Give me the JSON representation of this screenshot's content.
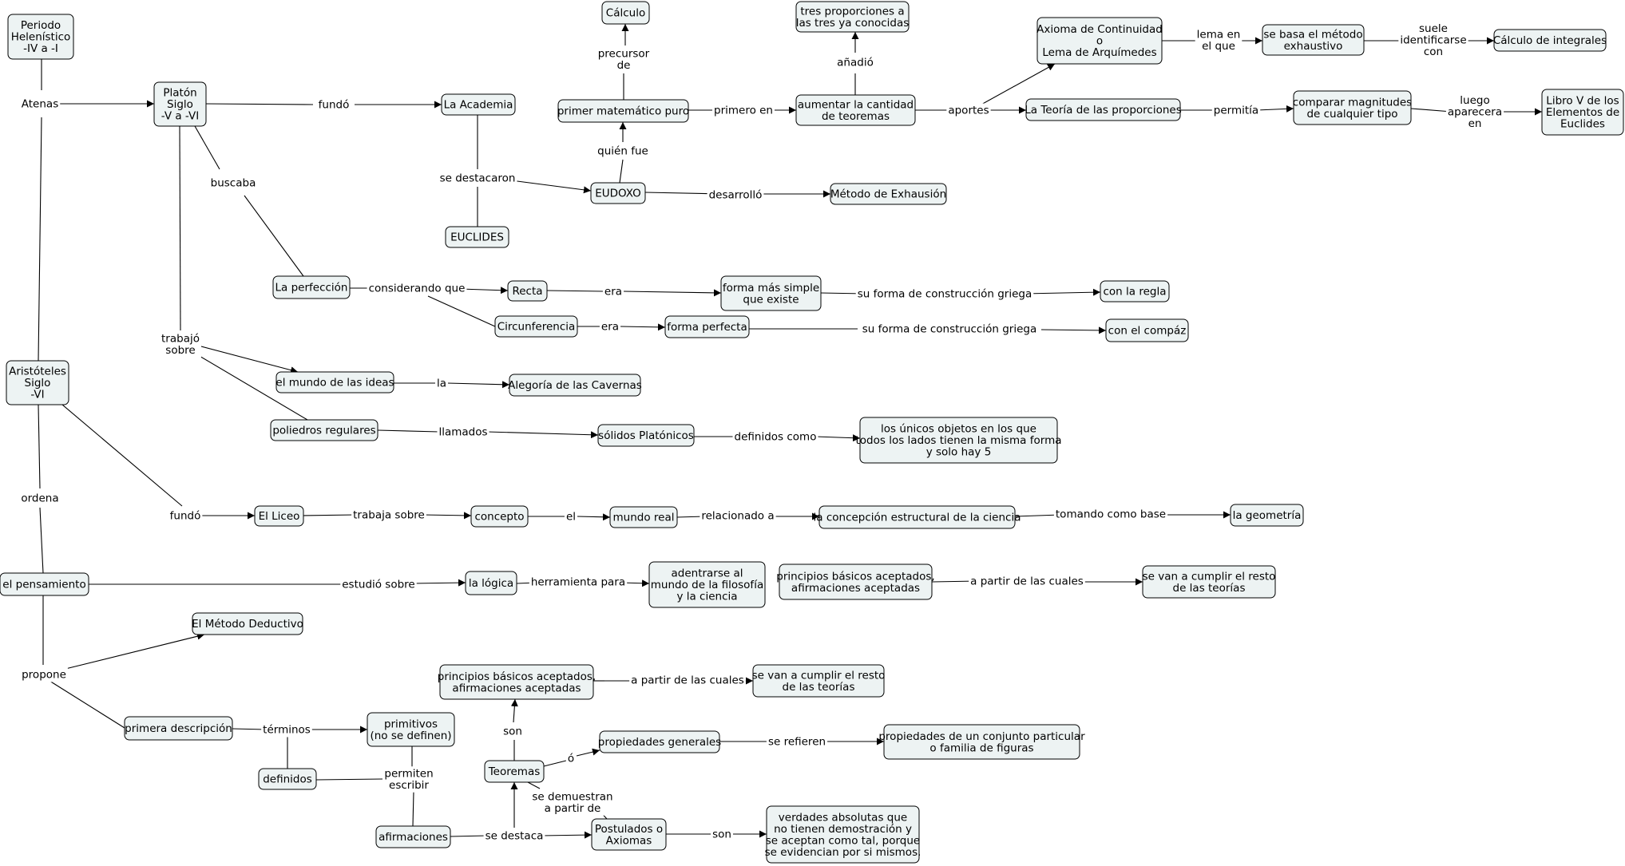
{
  "nodes": {
    "periodo": [
      "Periodo",
      "Helenístico",
      "-IV a -I"
    ],
    "platon": [
      "Platón",
      "Siglo",
      "-V a -VI"
    ],
    "academia": [
      "La Academia"
    ],
    "euclides": [
      "EUCLIDES"
    ],
    "eudoxo": [
      "EUDOXO"
    ],
    "metodo_exhaustion": [
      "Método de Exhausión"
    ],
    "primer_matematico": [
      "primer matemático puro"
    ],
    "calculo": [
      "Cálculo"
    ],
    "aumentar": [
      "aumentar la cantidad",
      "de teoremas"
    ],
    "tres_proporciones": [
      "tres proporciones a",
      "las tres ya conocidas"
    ],
    "axioma": [
      "Axioma de Continuidad",
      "o",
      "Lema de Arquímedes"
    ],
    "metodo_exhaustivo": [
      "se basa el método",
      "exhaustivo"
    ],
    "calculo_integrales": [
      "Cálculo de integrales"
    ],
    "teoria_proporciones": [
      "La Teoría de las proporciones"
    ],
    "comparar": [
      "comparar magnitudes",
      "de cualquier tipo"
    ],
    "libro_v": [
      "Libro V de los",
      "Elementos de",
      "Euclides"
    ],
    "perfeccion": [
      "La perfección"
    ],
    "recta": [
      "Recta"
    ],
    "circunferencia": [
      "Circunferencia"
    ],
    "forma_simple": [
      "forma más simple",
      "que existe"
    ],
    "forma_perfecta": [
      "forma perfecta"
    ],
    "con_regla": [
      "con la regla"
    ],
    "con_compas": [
      "con el compáz"
    ],
    "aristoteles": [
      "Aristóteles",
      "Siglo",
      "-VI"
    ],
    "mundo_ideas": [
      "el mundo de las ideas"
    ],
    "alegoria": [
      "Alegoría de las Cavernas"
    ],
    "poliedros": [
      "poliedros regulares"
    ],
    "solidos": [
      "sólidos Platónicos"
    ],
    "unicos_objetos": [
      "los únicos objetos en los que",
      "todos los lados tienen la misma forma",
      "y solo hay 5"
    ],
    "liceo": [
      "El Liceo"
    ],
    "concepto": [
      "concepto"
    ],
    "mundo_real": [
      "mundo real"
    ],
    "concepcion": [
      "la concepción estructural de la ciencia"
    ],
    "geometria": [
      "la geometría"
    ],
    "pensamiento": [
      "el pensamiento"
    ],
    "logica": [
      "la lógica"
    ],
    "adentrarse": [
      "adentrarse al",
      "mundo de la filosofía",
      "y la ciencia"
    ],
    "principios1": [
      "principios básicos aceptados,",
      "afirmaciones aceptadas"
    ],
    "cumplir1": [
      "se van a cumplir el resto",
      "de las teorías"
    ],
    "metodo_deductivo": [
      "El Método Deductivo"
    ],
    "primera_descripcion": [
      "primera descripción"
    ],
    "primitivos": [
      "primitivos",
      "(no se definen)"
    ],
    "definidos": [
      "definidos"
    ],
    "afirmaciones": [
      "afirmaciones"
    ],
    "principios2": [
      "principios básicos aceptados,",
      "afirmaciones aceptadas"
    ],
    "cumplir2": [
      "se van a cumplir el resto",
      "de las teorías"
    ],
    "teoremas": [
      "Teoremas"
    ],
    "propiedades_generales": [
      "propiedades generales"
    ],
    "propiedades_conjunto": [
      "propiedades de un conjunto particular",
      "o familia de figuras"
    ],
    "postulados": [
      "Postulados o",
      "Axiomas"
    ],
    "verdades": [
      "verdades absolutas que",
      "no tienen demostración y",
      "se aceptan como tal, porque",
      "se evidencian por si mismos."
    ]
  },
  "links": {
    "atenas": [
      "Atenas"
    ],
    "fundo_academia": [
      "fundó"
    ],
    "buscaba": [
      "buscaba"
    ],
    "trabajo_sobre": [
      "trabajó",
      "sobre"
    ],
    "se_destacaron": [
      "se destacaron"
    ],
    "desarrollo": [
      "desarrolló"
    ],
    "quien_fue": [
      "quién fue"
    ],
    "precursor": [
      "precursor",
      "de"
    ],
    "primero_en": [
      "primero en"
    ],
    "anadio": [
      "añadió"
    ],
    "aportes": [
      "aportes"
    ],
    "lema": [
      "lema en",
      "el que"
    ],
    "suele": [
      "suele",
      "identificarse",
      "con"
    ],
    "permitia": [
      "permitía"
    ],
    "luego": [
      "luego",
      "aparecera",
      "en"
    ],
    "considerando": [
      "considerando que"
    ],
    "era1": [
      "era"
    ],
    "era2": [
      "era"
    ],
    "construccion1": [
      "su forma de construcción griega"
    ],
    "construccion2": [
      "su forma de construcción griega"
    ],
    "la": [
      "la"
    ],
    "llamados": [
      "llamados"
    ],
    "definidos_como": [
      "definidos como"
    ],
    "ordena": [
      "ordena"
    ],
    "fundo_liceo": [
      "fundó"
    ],
    "trabaja_sobre": [
      "trabaja sobre"
    ],
    "el": [
      "el"
    ],
    "relacionado": [
      "relacionado a"
    ],
    "tomando": [
      "tomando como base"
    ],
    "estudio": [
      "estudió sobre"
    ],
    "herramienta": [
      "herramienta para"
    ],
    "a_partir1": [
      "a partir de las cuales"
    ],
    "propone": [
      "propone"
    ],
    "terminos": [
      "términos"
    ],
    "permiten": [
      "permiten",
      "escribir"
    ],
    "se_destaca": [
      "se destaca"
    ],
    "son1": [
      "son"
    ],
    "o": [
      "ó"
    ],
    "se_demuestran": [
      "se demuestran",
      "a partir de"
    ],
    "a_partir2": [
      "a partir de las cuales"
    ],
    "se_refieren": [
      "se refieren"
    ],
    "son2": [
      "son"
    ]
  }
}
